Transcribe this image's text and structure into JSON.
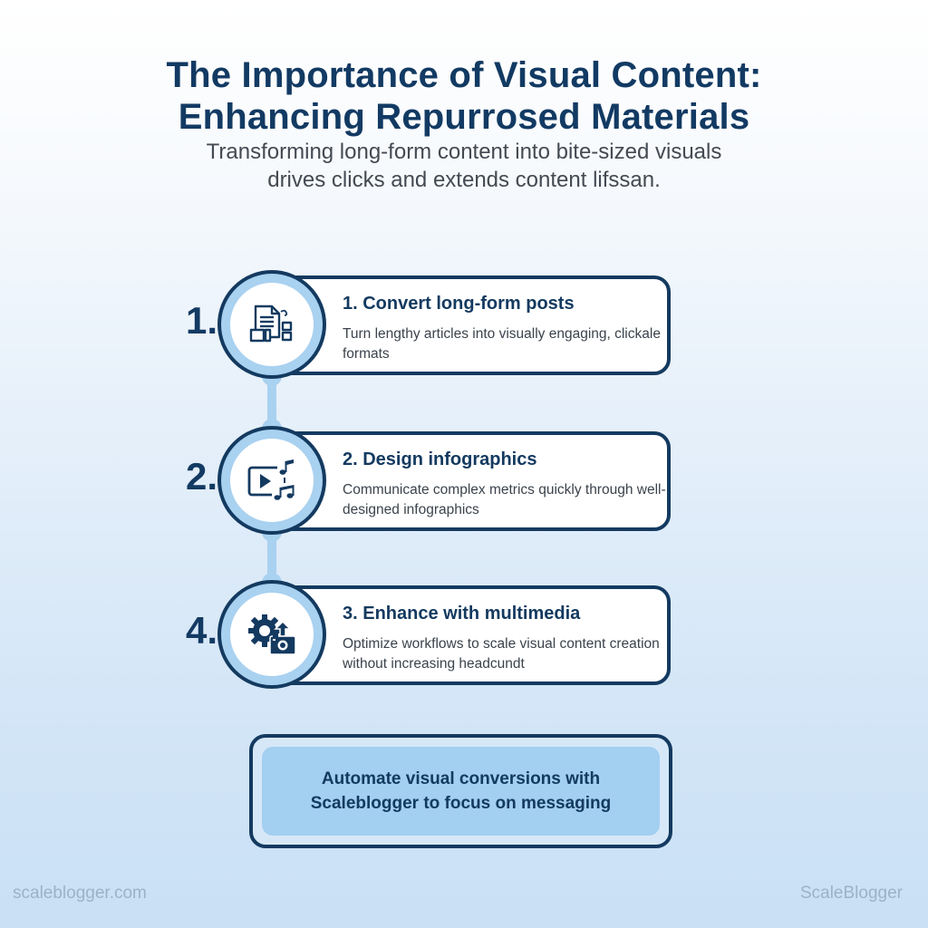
{
  "header": {
    "title_line1": "The Importance of Visual Content:",
    "title_line2": "Enhancing Repurrosed Materials",
    "subtitle_line1": "Transforming long-form content into bite-sized visuals",
    "subtitle_line2": "drives clicks and extends content lifssan."
  },
  "steps": [
    {
      "badge": "1.",
      "icon": "document-repurpose-icon",
      "title": "1. Convert long-form posts",
      "description": "Turn lengthy articles into visually engaging, clickale formats"
    },
    {
      "badge": "2.",
      "icon": "video-music-icon",
      "title": "2. Design infographics",
      "description": "Communicate complex metrics quickly through well-designed infographics"
    },
    {
      "badge": "4.",
      "icon": "gear-camera-upload-icon",
      "title": "3. Enhance with multimedia",
      "description": "Optimize workflows to scale visual content creation without increasing headcundt"
    }
  ],
  "cta": {
    "line1": "Automate visual conversions with",
    "line2": "Scaleblogger to focus on messaging"
  },
  "footer": {
    "left": "scaleblogger.com",
    "right": "ScaleBlogger"
  },
  "colors": {
    "navy": "#143a60",
    "light_blue": "#a9d1f0",
    "cta_fill": "#a3cff0",
    "text_gray": "#3b434c",
    "footer_gray": "#9cb3c7"
  }
}
